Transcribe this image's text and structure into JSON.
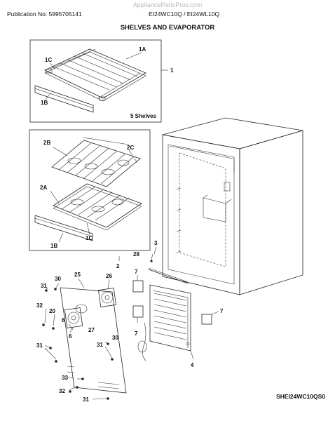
{
  "watermark": "AppliancePartsPros.com",
  "header": {
    "publication": "Publication No: 5995705141",
    "models": "EI24WC10Q / EI24WL10Q"
  },
  "title": "SHELVES AND EVAPORATOR",
  "diagram_code": "SHEI24WC10QS0",
  "box1": {
    "note": "5 Shelves"
  },
  "callouts": {
    "c1A": "1A",
    "c1C": "1C",
    "c1B": "1B",
    "c1": "1",
    "c2B": "2B",
    "c2C": "2C",
    "c2A": "2A",
    "c1C2": "1C",
    "c1B2": "1B",
    "c2": "2",
    "c3": "3",
    "c28": "28",
    "c30a": "30",
    "c25": "25",
    "c26": "26",
    "c31a": "31",
    "c32a": "32",
    "c20": "20",
    "c6a": "6",
    "c27": "27",
    "c6b": "6",
    "c31b": "31",
    "c30b": "30",
    "c31c": "31",
    "c33": "33",
    "c32b": "32",
    "c31d": "31",
    "c7a": "7",
    "c7b": "7",
    "c7c": "7",
    "c4": "4"
  },
  "icons": [
    "wine-rack-shelf",
    "cabinet",
    "evaporator",
    "fan-assembly",
    "screw"
  ]
}
